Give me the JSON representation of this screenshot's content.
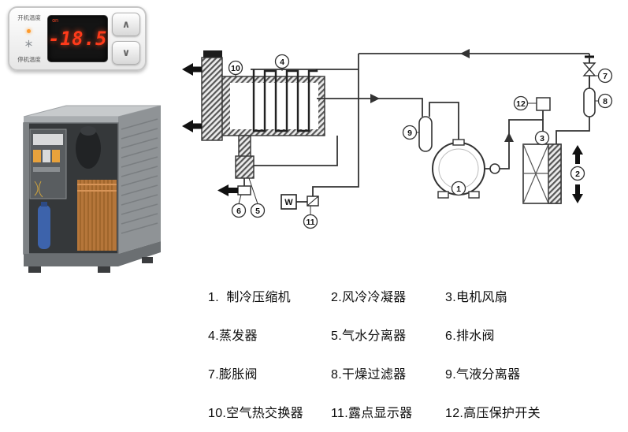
{
  "controller": {
    "label_on_temp": "开机温度",
    "label_off_temp": "停机温度",
    "display_value": "-18.5",
    "on_indicator": "on",
    "btn_up": "∧",
    "btn_down": "∨",
    "icons": {
      "defrost": "snowflake",
      "power_led": "orange-dot"
    }
  },
  "schematic": {
    "dew_point_label": "W",
    "tags": {
      "t1": "1",
      "t2": "2",
      "t3": "3",
      "t4": "4",
      "t5": "5",
      "t6": "6",
      "t7": "7",
      "t8": "8",
      "t9": "9",
      "t10": "10",
      "t11": "11",
      "t12": "12"
    }
  },
  "legend": {
    "items": [
      {
        "label": "1.  制冷压缩机"
      },
      {
        "label": "2.风冷冷凝器"
      },
      {
        "label": "3.电机风扇"
      },
      {
        "label": "4.蒸发器"
      },
      {
        "label": "5.气水分离器"
      },
      {
        "label": "6.排水阀"
      },
      {
        "label": "7.膨胀阀"
      },
      {
        "label": "8.干燥过滤器"
      },
      {
        "label": "9.气液分离器"
      },
      {
        "label": "10.空气热交换器"
      },
      {
        "label": "11.露点显示器"
      },
      {
        "label": "12.高压保护开关"
      }
    ]
  }
}
